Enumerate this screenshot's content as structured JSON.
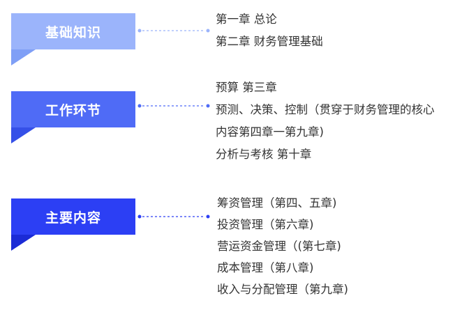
{
  "sections": [
    {
      "label": "基础知识",
      "color": "#9bb4fb",
      "lines": [
        "第一章 总论",
        "第二章 财务管理基础"
      ]
    },
    {
      "label": "工作环节",
      "color": "#4f6bf6",
      "lines": [
        "预算 第三章",
        "预测、决策、控制（贯穿于财务管理的核心",
        "内容第四章一第九章)",
        "分析与考核 第十章"
      ]
    },
    {
      "label": "主要内容",
      "color": "#2c3ff4",
      "lines": [
        "筹资管理（第四、五章)",
        "投资管理（第六章)",
        "营运资金管理（(第七章)",
        "成本管理（第八章)",
        "收入与分配管理（第九章)"
      ]
    }
  ]
}
